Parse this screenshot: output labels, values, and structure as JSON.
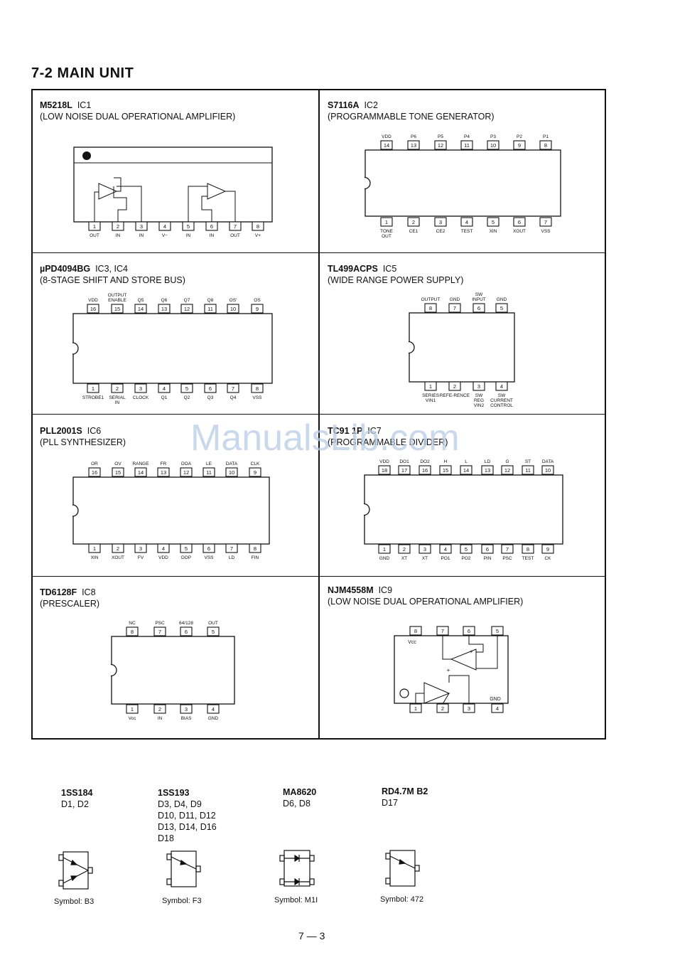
{
  "heading": "7-2 MAIN UNIT",
  "watermark": "ManualsLib.com",
  "page_number": "7 — 3",
  "ic_panels": [
    {
      "part": "M5218L",
      "ref": "IC1",
      "desc": "(LOW NOISE DUAL OPERATIONAL AMPLIFIER)",
      "top_pins": [],
      "bottom_pins": [
        {
          "n": "1",
          "l": "OUT"
        },
        {
          "n": "2",
          "l": "IN"
        },
        {
          "n": "3",
          "l": "IN"
        },
        {
          "n": "4",
          "l": "V−"
        },
        {
          "n": "5",
          "l": "IN"
        },
        {
          "n": "6",
          "l": "IN"
        },
        {
          "n": "7",
          "l": "OUT"
        },
        {
          "n": "8",
          "l": "V+"
        }
      ]
    },
    {
      "part": "S7116A",
      "ref": "IC2",
      "desc": "(PROGRAMMABLE TONE GENERATOR)",
      "top_pins": [
        {
          "n": "14",
          "l": "VDD"
        },
        {
          "n": "13",
          "l": "P6"
        },
        {
          "n": "12",
          "l": "P5"
        },
        {
          "n": "11",
          "l": "P4"
        },
        {
          "n": "10",
          "l": "P3"
        },
        {
          "n": "9",
          "l": "P2"
        },
        {
          "n": "8",
          "l": "P1"
        }
      ],
      "bottom_pins": [
        {
          "n": "1",
          "l": "TONE OUT"
        },
        {
          "n": "2",
          "l": "CE1"
        },
        {
          "n": "3",
          "l": "CE2"
        },
        {
          "n": "4",
          "l": "TEST"
        },
        {
          "n": "5",
          "l": "XIN"
        },
        {
          "n": "6",
          "l": "XOUT"
        },
        {
          "n": "7",
          "l": "VSS"
        }
      ]
    },
    {
      "part": "µPD4094BG",
      "ref": "IC3, IC4",
      "desc": "(8-STAGE SHIFT AND STORE BUS)",
      "top_pins": [
        {
          "n": "16",
          "l": "VDD"
        },
        {
          "n": "15",
          "l": "OUTPUT ENABLE"
        },
        {
          "n": "14",
          "l": "Q5"
        },
        {
          "n": "13",
          "l": "Q6"
        },
        {
          "n": "12",
          "l": "Q7"
        },
        {
          "n": "11",
          "l": "Q8"
        },
        {
          "n": "10",
          "l": "OS'"
        },
        {
          "n": "9",
          "l": "OS"
        }
      ],
      "bottom_pins": [
        {
          "n": "1",
          "l": "STROBE1"
        },
        {
          "n": "2",
          "l": "SERIAL IN"
        },
        {
          "n": "3",
          "l": "CLOCK"
        },
        {
          "n": "4",
          "l": "Q1"
        },
        {
          "n": "5",
          "l": "Q2"
        },
        {
          "n": "6",
          "l": "Q3"
        },
        {
          "n": "7",
          "l": "Q4"
        },
        {
          "n": "8",
          "l": "VSS"
        }
      ]
    },
    {
      "part": "TL499ACPS",
      "ref": "IC5",
      "desc": "(WIDE RANGE POWER SUPPLY)",
      "top_pins": [
        {
          "n": "8",
          "l": "OUTPUT"
        },
        {
          "n": "7",
          "l": "GND"
        },
        {
          "n": "6",
          "l": "SW INPUT"
        },
        {
          "n": "5",
          "l": "GND"
        }
      ],
      "bottom_pins": [
        {
          "n": "1",
          "l": "SERIES VIN1"
        },
        {
          "n": "2",
          "l": "REFE-RENCE"
        },
        {
          "n": "3",
          "l": "SW REG VIN2"
        },
        {
          "n": "4",
          "l": "SW CURRENT CONTROL"
        }
      ]
    },
    {
      "part": "PLL2001S",
      "ref": "IC6",
      "desc": "(PLL SYNTHESIZER)",
      "top_pins": [
        {
          "n": "16",
          "l": "OR"
        },
        {
          "n": "15",
          "l": "OV"
        },
        {
          "n": "14",
          "l": "RANGE"
        },
        {
          "n": "13",
          "l": "FR"
        },
        {
          "n": "12",
          "l": "DOA"
        },
        {
          "n": "11",
          "l": "LE"
        },
        {
          "n": "10",
          "l": "DATA"
        },
        {
          "n": "9",
          "l": "CLK"
        }
      ],
      "bottom_pins": [
        {
          "n": "1",
          "l": "XIN"
        },
        {
          "n": "2",
          "l": "XOUT"
        },
        {
          "n": "3",
          "l": "FV"
        },
        {
          "n": "4",
          "l": "VDD"
        },
        {
          "n": "5",
          "l": "DOP"
        },
        {
          "n": "6",
          "l": "VSS"
        },
        {
          "n": "7",
          "l": "LD"
        },
        {
          "n": "8",
          "l": "FIN"
        }
      ]
    },
    {
      "part": "TC91 1P",
      "ref": "IC7",
      "desc": "(PROGRAMMABLE DIVIDER)",
      "top_pins": [
        {
          "n": "18",
          "l": "VDD"
        },
        {
          "n": "17",
          "l": "DO1"
        },
        {
          "n": "16",
          "l": "DO2"
        },
        {
          "n": "15",
          "l": "H"
        },
        {
          "n": "14",
          "l": "L"
        },
        {
          "n": "13",
          "l": "LD"
        },
        {
          "n": "12",
          "l": "G"
        },
        {
          "n": "11",
          "l": "ST"
        },
        {
          "n": "10",
          "l": "DATA"
        }
      ],
      "bottom_pins": [
        {
          "n": "1",
          "l": "GND"
        },
        {
          "n": "2",
          "l": "XT"
        },
        {
          "n": "3",
          "l": "XT"
        },
        {
          "n": "4",
          "l": "PO1"
        },
        {
          "n": "5",
          "l": "PO2"
        },
        {
          "n": "6",
          "l": "PIN"
        },
        {
          "n": "7",
          "l": "PSC"
        },
        {
          "n": "8",
          "l": "TEST"
        },
        {
          "n": "9",
          "l": "CK"
        }
      ]
    },
    {
      "part": "TD6128F",
      "ref": "IC8",
      "desc": "(PRESCALER)",
      "top_pins": [
        {
          "n": "8",
          "l": "NC"
        },
        {
          "n": "7",
          "l": "PSC"
        },
        {
          "n": "6",
          "l": "64/128"
        },
        {
          "n": "5",
          "l": "OUT"
        }
      ],
      "bottom_pins": [
        {
          "n": "1",
          "l": "Vcc"
        },
        {
          "n": "2",
          "l": "IN"
        },
        {
          "n": "3",
          "l": "BIAS"
        },
        {
          "n": "4",
          "l": "GND"
        }
      ]
    },
    {
      "part": "NJM4558M",
      "ref": "IC9",
      "desc": "(LOW NOISE DUAL OPERATIONAL AMPLIFIER)",
      "top_pins": [
        {
          "n": "8",
          "l": ""
        },
        {
          "n": "7",
          "l": ""
        },
        {
          "n": "6",
          "l": ""
        },
        {
          "n": "5",
          "l": ""
        }
      ],
      "bottom_pins": [
        {
          "n": "1",
          "l": ""
        },
        {
          "n": "2",
          "l": ""
        },
        {
          "n": "3",
          "l": ""
        },
        {
          "n": "4",
          "l": ""
        }
      ],
      "inner_labels": {
        "vcc": "Vcc",
        "gnd": "GND"
      }
    }
  ],
  "diodes": [
    {
      "part": "1SS184",
      "refs": [
        "D1, D2"
      ],
      "symbol": "Symbol: B3"
    },
    {
      "part": "1SS193",
      "refs": [
        "D3, D4, D9",
        "D10, D11, D12",
        "D13, D14, D16",
        "D18"
      ],
      "symbol": "Symbol: F3"
    },
    {
      "part": "MA8620",
      "refs": [
        "D6, D8"
      ],
      "symbol": "Symbol: M1I"
    },
    {
      "part": "RD4.7M B2",
      "refs": [
        "D17"
      ],
      "symbol": "Symbol: 472"
    }
  ]
}
